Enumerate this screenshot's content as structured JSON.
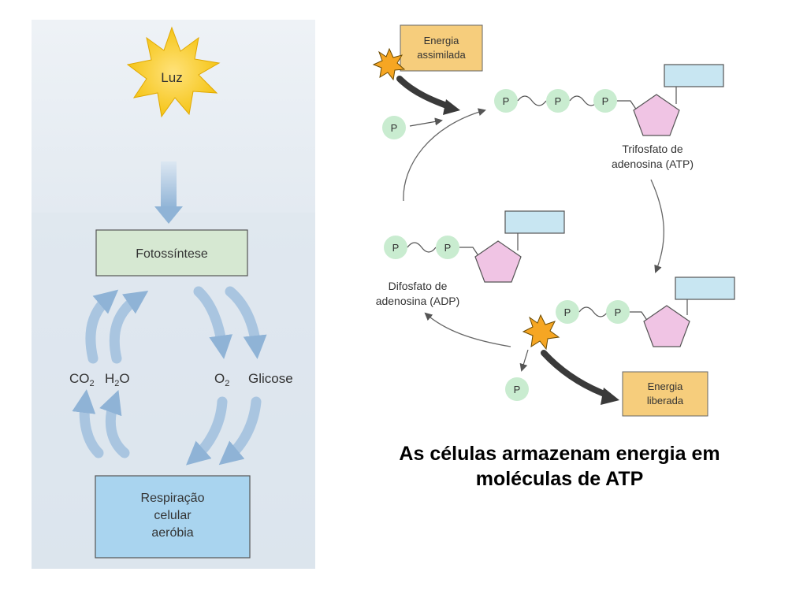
{
  "left_panel": {
    "sun_label": "Luz",
    "photosynthesis_label": "Fotossíntese",
    "inputs": {
      "co2": "CO",
      "co2_sub": "2",
      "h2o_h": "H",
      "h2o_sub": "2",
      "h2o_o": "O"
    },
    "outputs": {
      "o2": "O",
      "o2_sub": "2",
      "glucose": "Glicose"
    },
    "respiration_lines": [
      "Respiração",
      "celular",
      "aeróbia"
    ]
  },
  "right_panel": {
    "energy_assimilated": [
      "Energia",
      "assimilada"
    ],
    "energy_released": [
      "Energia",
      "liberada"
    ],
    "phosphate": "P",
    "atp_label": [
      "Trifosfato de",
      "adenosina (ATP)"
    ],
    "adp_label": [
      "Difosfato de",
      "adenosina (ADP)"
    ]
  },
  "caption": {
    "line1": "As células armazenam energia em",
    "line2": "moléculas de ATP"
  },
  "colors": {
    "left_background": "#dfe8f0",
    "fotossintese_box": "#d6e8d2",
    "respiracao_box": "#a9d4ef",
    "energy_box": "#f6cd7c",
    "phosphate": "#c9ecd0",
    "ribose": "#f0c4e4",
    "base": "#c8e6f2",
    "sun": "#f5c518",
    "flow_arrow": "#9fbfdc"
  }
}
